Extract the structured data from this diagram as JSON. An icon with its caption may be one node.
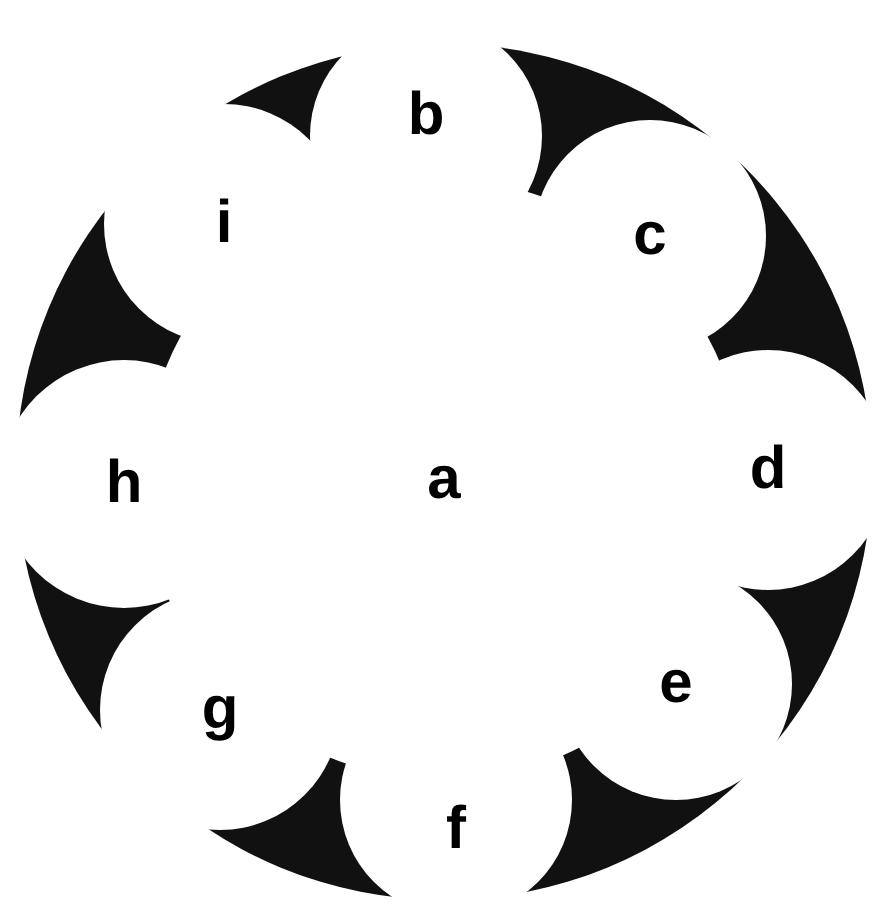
{
  "diagram": {
    "nodes": [
      {
        "text": [
          "b"
        ]
      },
      {
        "text": [
          "i"
        ]
      },
      {
        "text": [
          "c"
        ]
      },
      {
        "text": [
          "h"
        ]
      },
      {
        "text": [
          "a"
        ]
      },
      {
        "text": [
          "d"
        ]
      },
      {
        "text": [
          "g"
        ]
      },
      {
        "text": [
          "e"
        ]
      },
      {
        "text": [
          "f"
        ]
      }
    ]
  }
}
